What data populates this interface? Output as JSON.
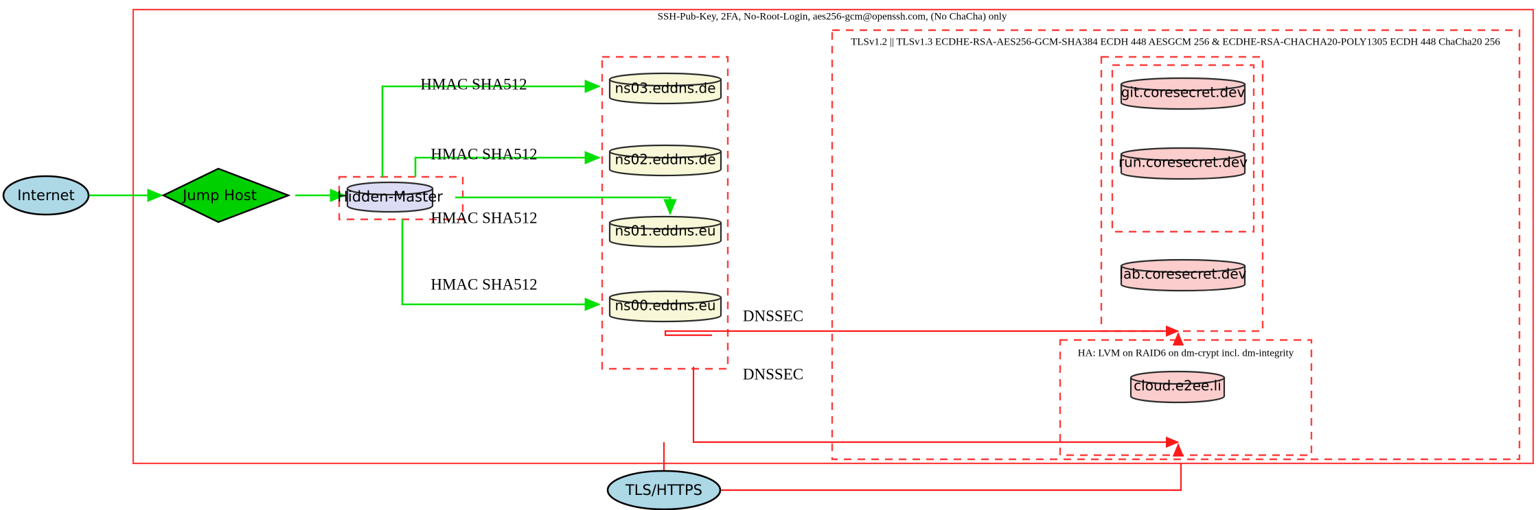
{
  "diagram": {
    "title_clusters": {
      "ssh_policy": "SSH-Pub-Key, 2FA, No-Root-Login, aes256-gcm@openssh.com, (No ChaCha) only",
      "tls_policy": "TLSv1.2 || TLSv1.3 ECDHE-RSA-AES256-GCM-SHA384 ECDH 448 AESGCM 256 & ECDHE-RSA-CHACHA20-POLY1305 ECDH 448 ChaCha20 256",
      "ha_policy": "HA: LVM on RAID6 on dm-crypt incl. dm-integrity"
    },
    "nodes": {
      "internet": "Internet",
      "jump_host": "Jump Host",
      "hidden_master": "Hidden-Master",
      "ns03": "ns03.eddns.de",
      "ns02": "ns02.eddns.de",
      "ns01": "ns01.eddns.eu",
      "ns00": "ns00.eddns.eu",
      "git": "git.coresecret.dev",
      "run": "run.coresecret.dev",
      "lab": "lab.coresecret.dev",
      "cloud": "cloud.e2ee.li",
      "tls_https": "TLS/HTTPS"
    },
    "edge_labels": {
      "hmac_ns03": "HMAC SHA512",
      "hmac_ns02": "HMAC SHA512",
      "hmac_ns01": "HMAC SHA512",
      "hmac_ns00": "HMAC SHA512",
      "dnssec_upper": "DNSSEC",
      "dnssec_lower": "DNSSEC"
    },
    "colors": {
      "cluster_border": "#ff3c3c",
      "edge_green": "#00e000",
      "edge_red": "#ff1a1a",
      "node_internet_fill": "#add8e6",
      "node_jump_fill": "#00d000",
      "node_master_fill": "#dcdcf5",
      "node_dns_fill": "#f8f8d8",
      "node_service_fill": "#fbcdcd",
      "node_tls_fill": "#add8e6",
      "node_stroke": "#2b2b2b"
    }
  }
}
